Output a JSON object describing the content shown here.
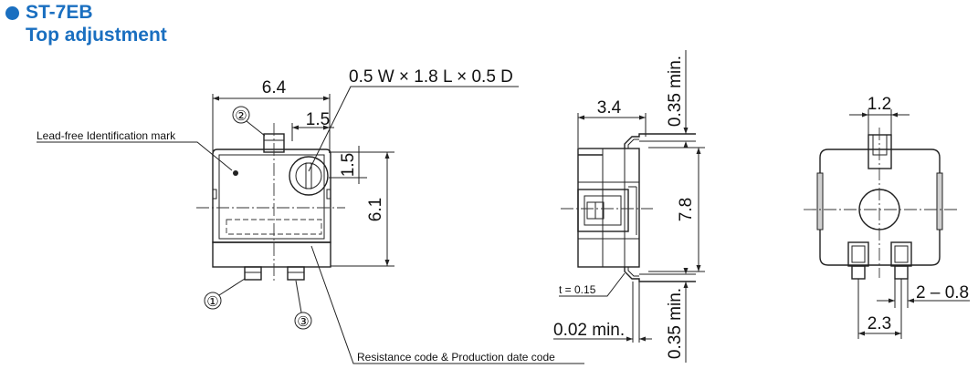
{
  "header": {
    "model": "ST-7EB",
    "subtitle": "Top adjustment"
  },
  "front_view": {
    "width_dim": "6.4",
    "height_dim": "6.1",
    "slot_dim": "1.5",
    "slot_height_dim": "1.5",
    "slot_size_note": "0.5 W × 1.8 L × 0.5 D",
    "lead_free_label": "Lead-free Identification mark",
    "code_label": "Resistance code & Production date code",
    "pin1": "①",
    "pin2": "②",
    "pin3": "③"
  },
  "side_view": {
    "width_dim": "3.4",
    "height_dim": "7.8",
    "top_clearance": "0.35 min.",
    "bottom_clearance": "0.35 min.",
    "gap_dim": "0.02 min.",
    "thickness_label": "t = 0.15"
  },
  "back_view": {
    "top_terminal_dim": "1.2",
    "terminal_spacing_dim": "2.3",
    "terminal_width_dim": "2 – 0.8"
  }
}
